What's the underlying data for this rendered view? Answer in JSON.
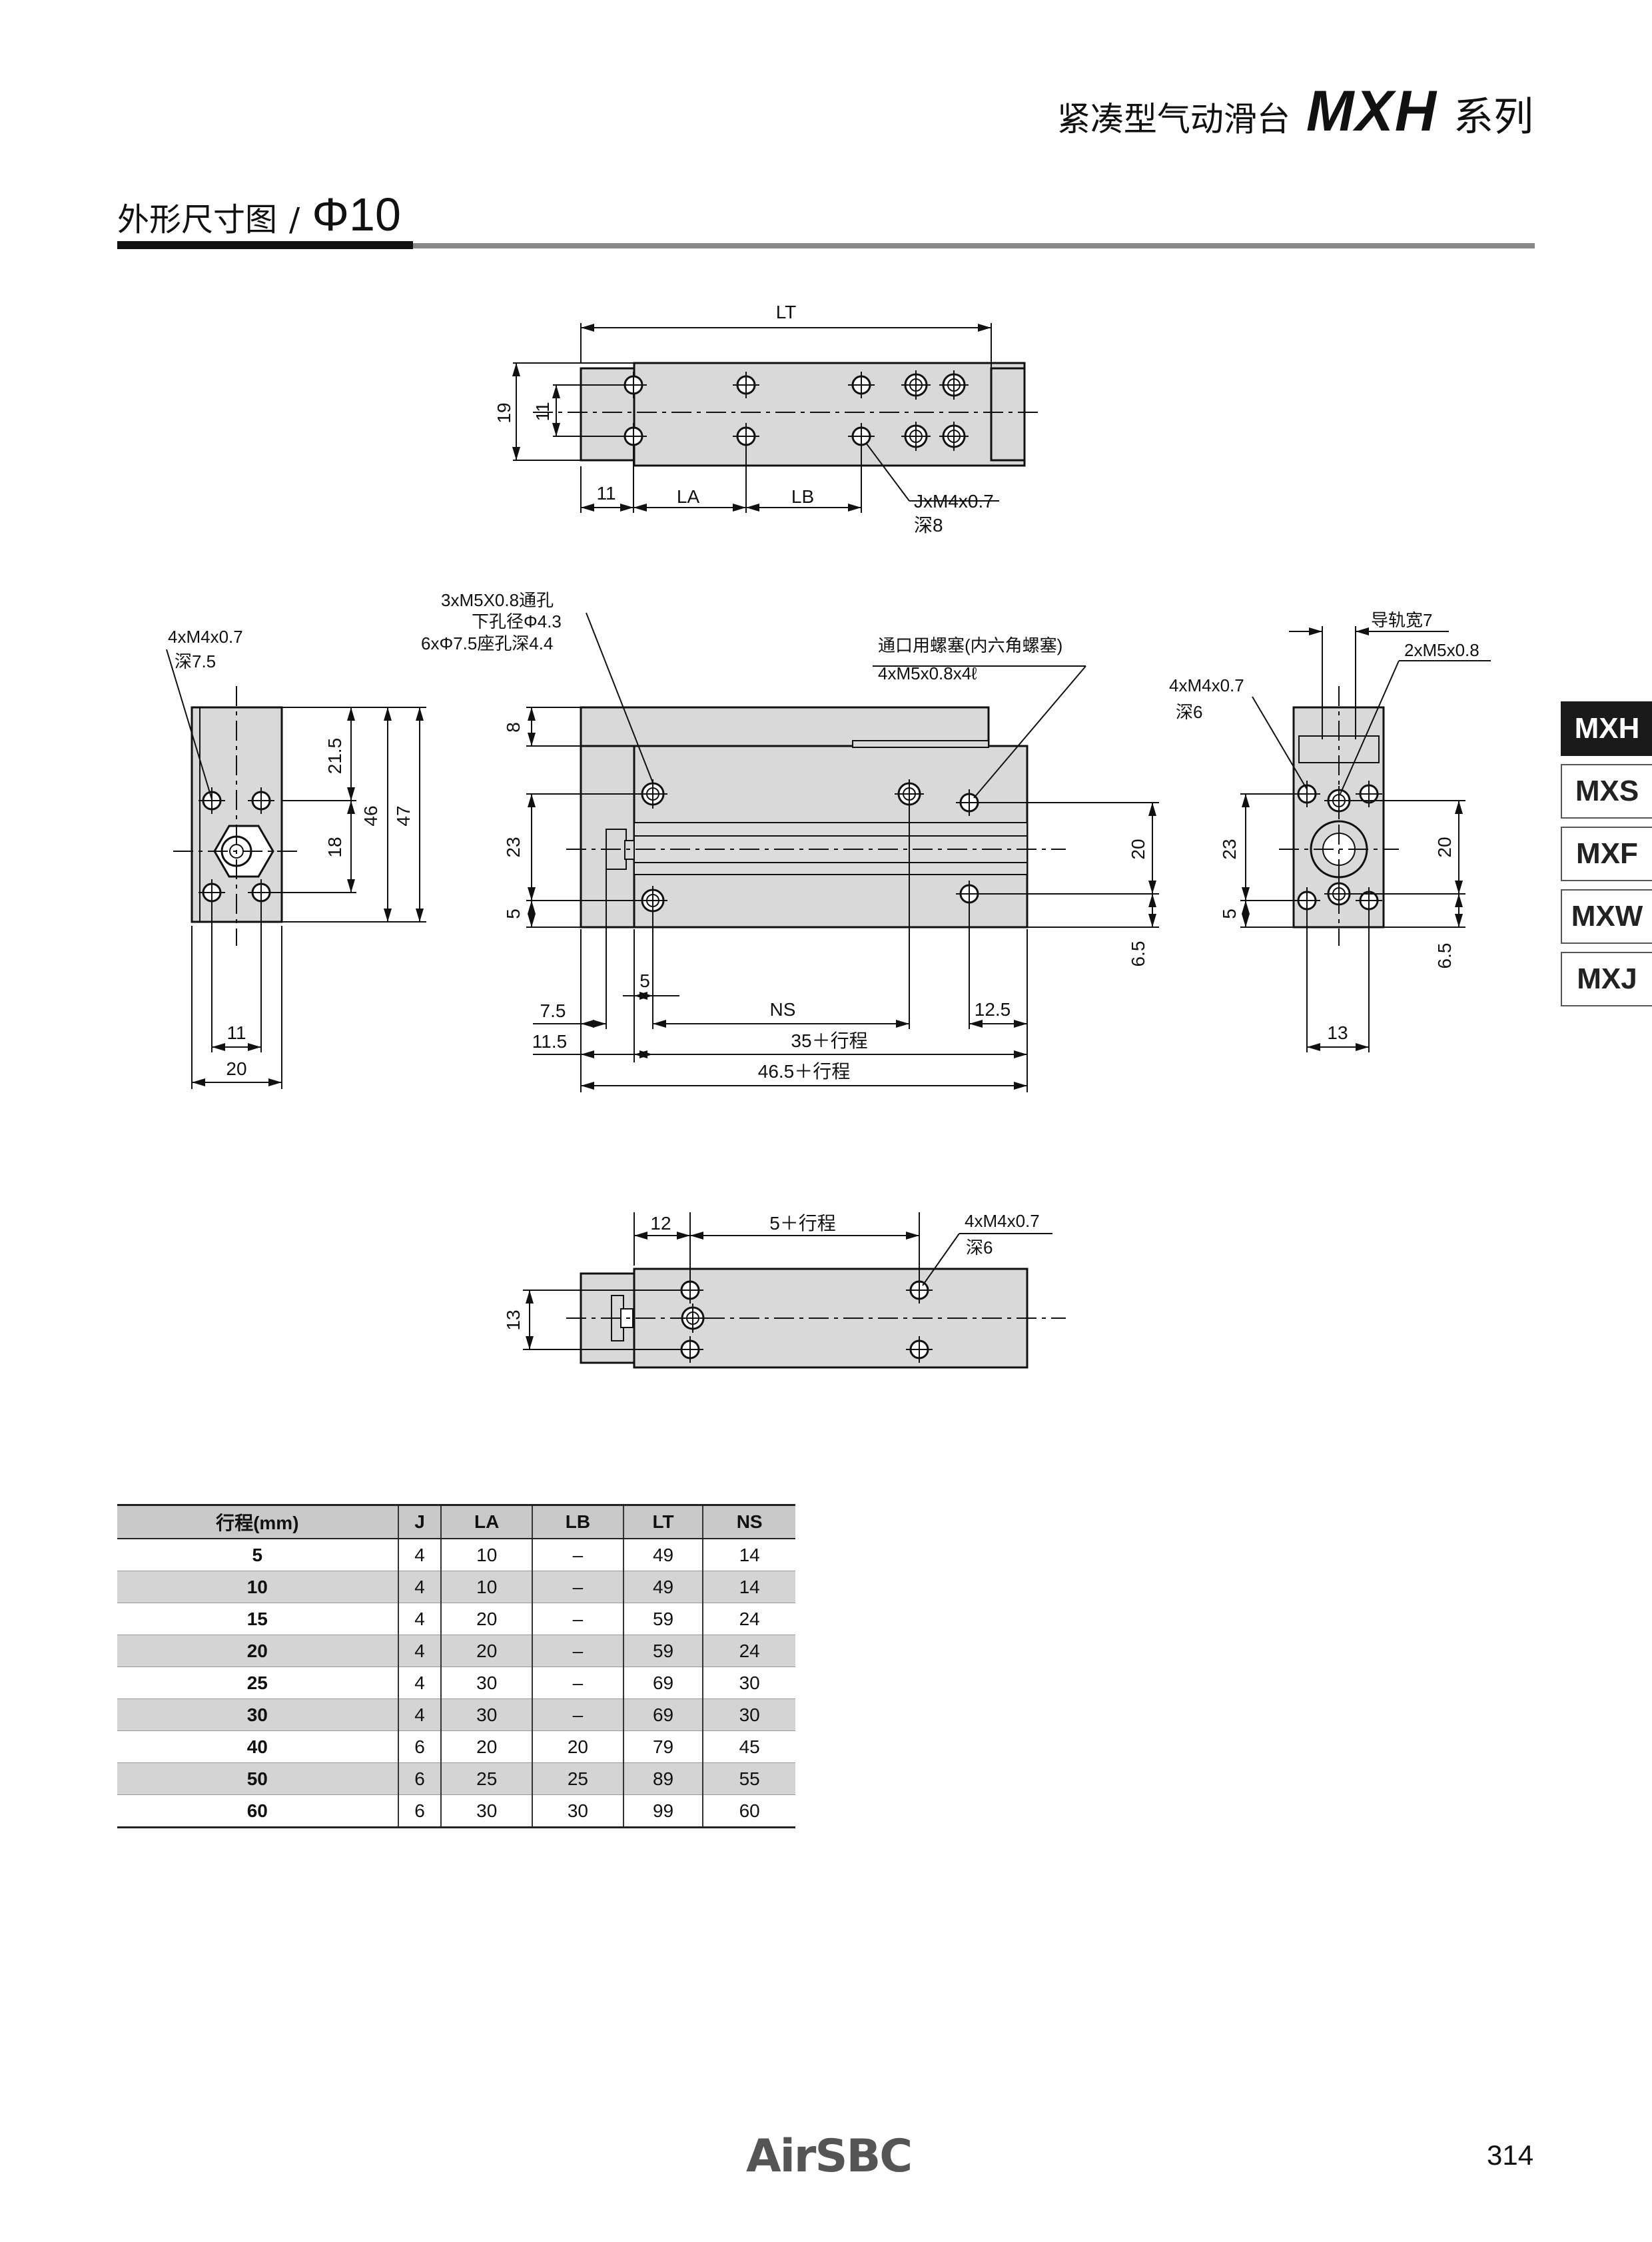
{
  "header": {
    "product_cn": "紧凑型气动滑台",
    "series": "MXH",
    "series_cn": "系列"
  },
  "section": {
    "title_cn": "外形尺寸图",
    "separator": "/",
    "bore": "Φ10"
  },
  "side_tabs": [
    "MXH",
    "MXS",
    "MXF",
    "MXW",
    "MXJ"
  ],
  "side_tab_active": "MXH",
  "drawing_labels": {
    "top": {
      "lt": "LT",
      "h19": "19",
      "h11": "11",
      "d11": "11",
      "la": "LA",
      "lb": "LB",
      "thread": "JxM4x0.7",
      "depth": "深8"
    },
    "left": {
      "thread": "4xM4x0.7",
      "depth": "深7.5",
      "d215": "21.5",
      "d18": "18",
      "d46": "46",
      "d47": "47",
      "d11": "11",
      "d20": "20"
    },
    "front": {
      "c1": "3xM5X0.8通孔",
      "c2": "下孔径Φ4.3",
      "c3": "6xΦ7.5座孔深4.4",
      "plug1": "通口用螺塞(内六角螺塞)",
      "plug2": "4xM5x0.8x4ℓ",
      "d8": "8",
      "d23": "23",
      "d5": "5",
      "d20": "20",
      "d65": "6.5",
      "d5b": "5",
      "d75": "7.5",
      "ns": "NS",
      "d125": "12.5",
      "d115": "11.5",
      "len35": "35＋行程",
      "len465": "46.5＋行程"
    },
    "right": {
      "rail": "导轨宽7",
      "thread2": "2xM5x0.8",
      "thread": "4xM4x0.7",
      "depth": "深6",
      "d23": "23",
      "d5": "5",
      "d20": "20",
      "d65": "6.5",
      "d13": "13"
    },
    "bottom": {
      "d12": "12",
      "stroke5": "5＋行程",
      "thread": "4xM4x0.7",
      "depth": "深6",
      "d13": "13"
    }
  },
  "table": {
    "headers": [
      "行程(mm)",
      "J",
      "LA",
      "LB",
      "LT",
      "NS"
    ],
    "rows": [
      [
        "5",
        "4",
        "10",
        "–",
        "49",
        "14"
      ],
      [
        "10",
        "4",
        "10",
        "–",
        "49",
        "14"
      ],
      [
        "15",
        "4",
        "20",
        "–",
        "59",
        "24"
      ],
      [
        "20",
        "4",
        "20",
        "–",
        "59",
        "24"
      ],
      [
        "25",
        "4",
        "30",
        "–",
        "69",
        "30"
      ],
      [
        "30",
        "4",
        "30",
        "–",
        "69",
        "30"
      ],
      [
        "40",
        "6",
        "20",
        "20",
        "79",
        "45"
      ],
      [
        "50",
        "6",
        "25",
        "25",
        "89",
        "55"
      ],
      [
        "60",
        "6",
        "30",
        "30",
        "99",
        "60"
      ]
    ]
  },
  "footer": {
    "logo": "AirSBC",
    "page": "314"
  },
  "colors": {
    "part_fill": "#d9d9d9",
    "line": "#111111",
    "tab_active": "#1a1a1a"
  }
}
